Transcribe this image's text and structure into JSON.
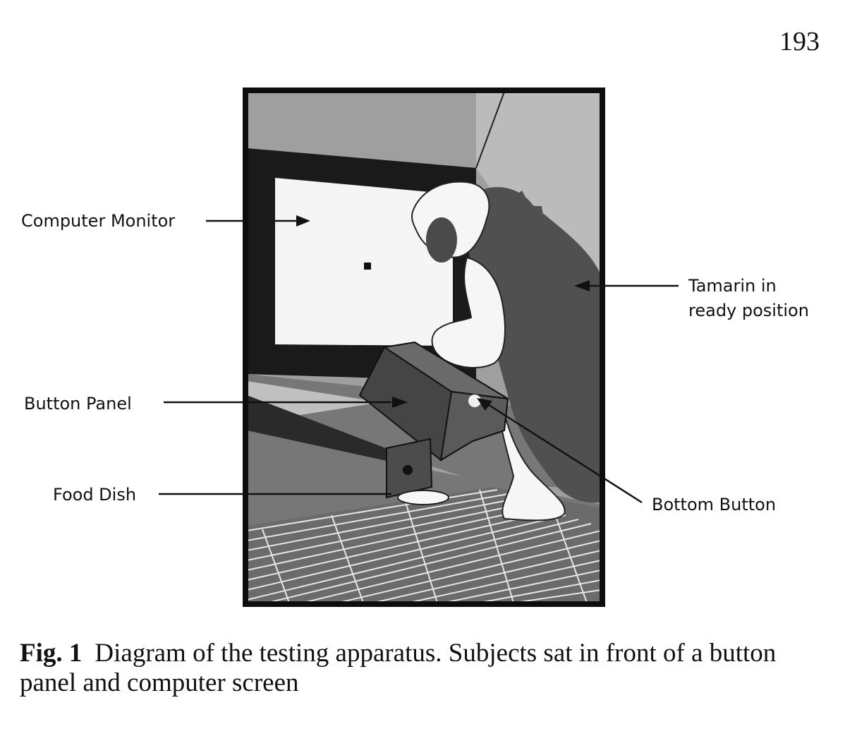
{
  "page": {
    "number": "193"
  },
  "figure": {
    "labels": {
      "computer_monitor": "Computer Monitor",
      "tamarin_line1": "Tamarin in",
      "tamarin_line2": "ready position",
      "button_panel": "Button Panel",
      "food_dish": "Food Dish",
      "bottom_button": "Bottom Button"
    },
    "caption": {
      "label": "Fig. 1",
      "text": "Diagram of the testing apparatus. Subjects sat in front of a button panel and computer screen"
    }
  }
}
